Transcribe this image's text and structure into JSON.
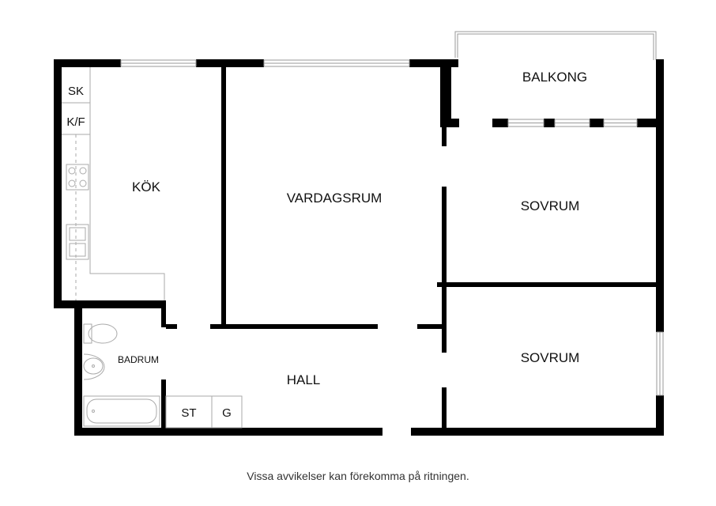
{
  "rooms": {
    "kok": "KÖK",
    "vardagsrum": "VARDAGSRUM",
    "balkong": "BALKONG",
    "sovrum1": "SOVRUM",
    "sovrum2": "SOVRUM",
    "badrum": "BADRUM",
    "hall": "HALL"
  },
  "fixtures": {
    "sk": "SK",
    "kf": "K/F",
    "st": "ST",
    "g": "G"
  },
  "disclaimer": "Vissa avvikelser kan förekomma på ritningen.",
  "colors": {
    "wall": "#000000",
    "background": "#ffffff",
    "window": "#b8b8b8",
    "text": "#111111"
  }
}
